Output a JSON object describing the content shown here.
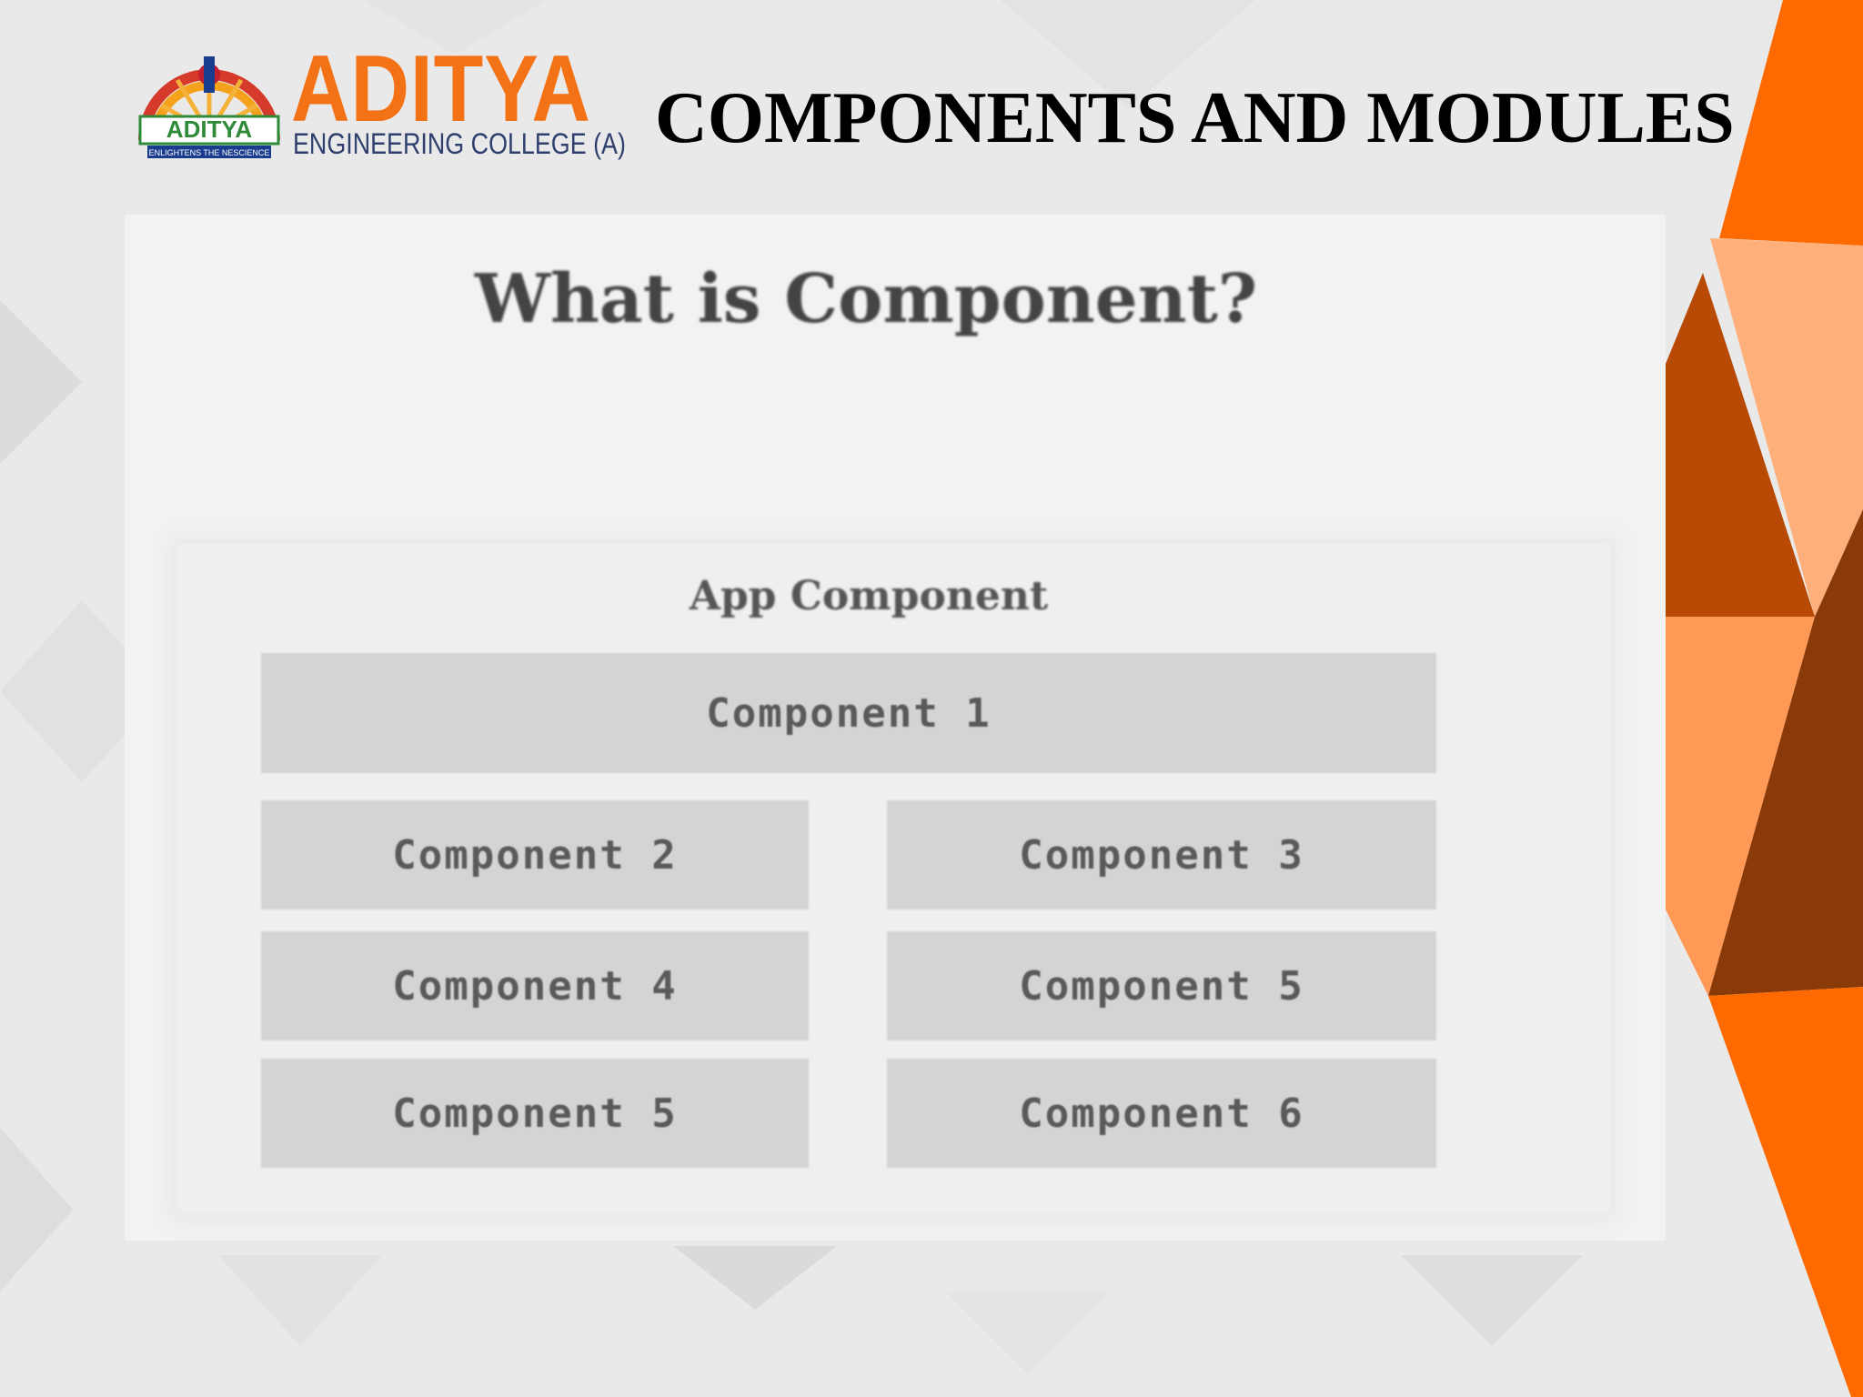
{
  "header": {
    "logo_name": "ADITYA",
    "logo_subtitle": "ENGINEERING COLLEGE (A)",
    "logo_emblem_text": "ADITYA",
    "logo_tagline": "ENLIGHTENS THE NESCIENCE",
    "title": "COMPONENTS AND MODULES"
  },
  "slide": {
    "title": "What is Component?",
    "diagram": {
      "root_label": "App Component",
      "full_width": "Component 1",
      "left_column": [
        "Component 2",
        "Component 4",
        "Component 5"
      ],
      "right_column": [
        "Component 3",
        "Component 5",
        "Component 6"
      ]
    }
  },
  "colors": {
    "accent_orange": "#ff6a00",
    "light_orange": "#ffb07a",
    "dark_orange": "#b84a06",
    "brown": "#8a3a08",
    "mid_orange": "#ff9955",
    "logo_text": "#f47216",
    "logo_subtitle": "#2f3f6e",
    "box_fill": "#d3d4d6"
  }
}
